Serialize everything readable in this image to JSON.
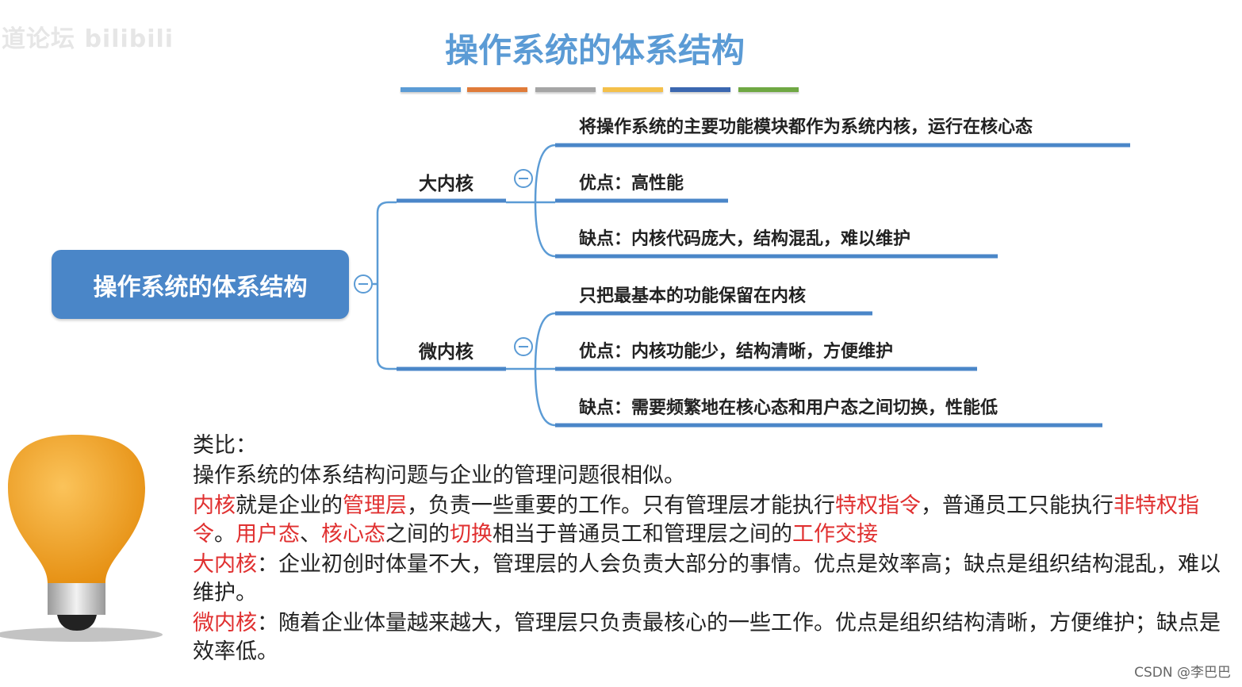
{
  "watermark": "道论坛 bilibili",
  "title": "操作系统的体系结构",
  "colors": {
    "accent": "#5b9bd5",
    "root_fill": "#4a86c8",
    "highlight": "#e03030",
    "bars": [
      "#5b9bd5",
      "#e07b39",
      "#a5a5a5",
      "#f4c04a",
      "#3b67b0",
      "#6fa843"
    ]
  },
  "mindmap": {
    "root": "操作系统的体系结构",
    "branches": [
      {
        "label": "大内核",
        "leaves": [
          "将操作系统的主要功能模块都作为系统内核，运行在核心态",
          "优点：高性能",
          "缺点：内核代码庞大，结构混乱，难以维护"
        ]
      },
      {
        "label": "微内核",
        "leaves": [
          "只把最基本的功能保留在内核",
          "优点：内核功能少，结构清晰，方便维护",
          "缺点：需要频繁地在核心态和用户态之间切换，性能低"
        ]
      }
    ]
  },
  "analogy": [
    [
      {
        "t": "类比："
      }
    ],
    [
      {
        "t": "操作系统的体系结构问题与企业的管理问题很相似。"
      }
    ],
    [
      {
        "t": "内核",
        "r": true
      },
      {
        "t": "就是企业的"
      },
      {
        "t": "管理层",
        "r": true
      },
      {
        "t": "，负责一些重要的工作。只有管理层才能执行"
      },
      {
        "t": "特权指令",
        "r": true
      },
      {
        "t": "，普通员工只能执行"
      },
      {
        "t": "非特权指令",
        "r": true
      },
      {
        "t": "。"
      },
      {
        "t": "用户态",
        "r": true
      },
      {
        "t": "、"
      },
      {
        "t": "核心态",
        "r": true
      },
      {
        "t": "之间的"
      },
      {
        "t": "切换",
        "r": true
      },
      {
        "t": "相当于普通员工和管理层之间的"
      },
      {
        "t": "工作交接",
        "r": true
      }
    ],
    [
      {
        "t": "大内核",
        "r": true
      },
      {
        "t": "：企业初创时体量不大，管理层的人会负责大部分的事情。优点是效率高；缺点是组织结构混乱，难以维护。"
      }
    ],
    [
      {
        "t": "微内核",
        "r": true
      },
      {
        "t": "：随着企业体量越来越大，管理层只负责最核心的一些工作。优点是组织结构清晰，方便维护；缺点是效率低。"
      }
    ]
  ],
  "footer": "CSDN @李巴巴"
}
